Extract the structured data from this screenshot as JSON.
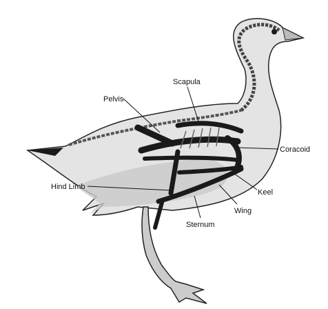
{
  "diagram": {
    "subject": "bird skeleton overlay",
    "labels": {
      "scapula": "Scapula",
      "pelvis": "Pelvis",
      "coracoid": "Coracoid",
      "hind_limb": "Hind Limb",
      "keel": "Keel",
      "wing": "Wing",
      "sternum": "Sternum"
    }
  },
  "colors": {
    "background": "#ffffff",
    "outline": "#222222",
    "bone_dark": "#1a1a1a",
    "body_fill": "#e4e4e4",
    "shadow": "#c9c9c9",
    "leader": "#111111"
  }
}
